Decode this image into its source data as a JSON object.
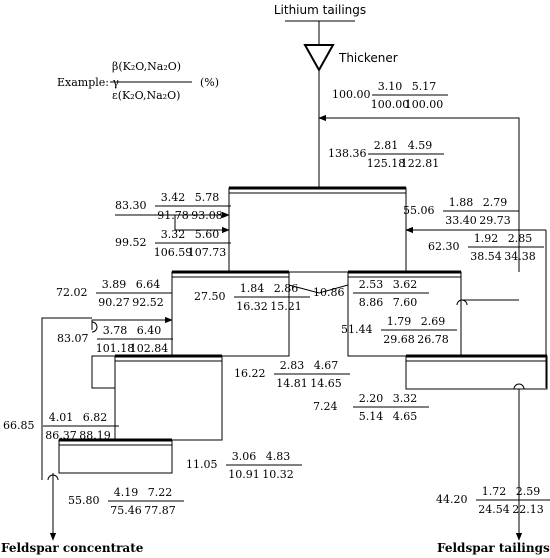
{
  "title": "Lithium tailings",
  "thickener": "Thickener",
  "legend": {
    "prefix": "Example: γ",
    "numerator": "β(K₂O,Na₂O)",
    "denominator": "ε(K₂O,Na₂O)",
    "unit": "(%)"
  },
  "outputs": {
    "concentrate": "Feldspar concentrate",
    "tailings": "Feldspar tailings"
  },
  "labels": [
    {
      "y": "100.00",
      "b1": "3.10",
      "b2": "5.17",
      "e1": "100.00",
      "e2": "100.00"
    },
    {
      "y": "138.36",
      "b1": "2.81",
      "b2": "4.59",
      "e1": "125.18",
      "e2": "122.81"
    },
    {
      "y": "83.30",
      "b1": "3.42",
      "b2": "5.78",
      "e1": "91.78",
      "e2": "93.08"
    },
    {
      "y": "55.06",
      "b1": "1.88",
      "b2": "2.79",
      "e1": "33.40",
      "e2": "29.73"
    },
    {
      "y": "99.52",
      "b1": "3.32",
      "b2": "5.60",
      "e1": "106.59",
      "e2": "107.73"
    },
    {
      "y": "62.30",
      "b1": "1.92",
      "b2": "2.85",
      "e1": "38.54",
      "e2": "34.38"
    },
    {
      "y": "72.02",
      "b1": "3.89",
      "b2": "6.64",
      "e1": "90.27",
      "e2": "92.52"
    },
    {
      "y": "27.50",
      "b1": "1.84",
      "b2": "2.86",
      "e1": "16.32",
      "e2": "15.21"
    },
    {
      "y": "10.86",
      "b1": "2.53",
      "b2": "3.62",
      "e1": "8.86",
      "e2": "7.60"
    },
    {
      "y": "83.07",
      "b1": "3.78",
      "b2": "6.40",
      "e1": "101.18",
      "e2": "102.84"
    },
    {
      "y": "51.44",
      "b1": "1.79",
      "b2": "2.69",
      "e1": "29.68",
      "e2": "26.78"
    },
    {
      "y": "16.22",
      "b1": "2.83",
      "b2": "4.67",
      "e1": "14.81",
      "e2": "14.65"
    },
    {
      "y": "66.85",
      "b1": "4.01",
      "b2": "6.82",
      "e1": "86.37",
      "e2": "88.19"
    },
    {
      "y": "7.24",
      "b1": "2.20",
      "b2": "3.32",
      "e1": "5.14",
      "e2": "4.65"
    },
    {
      "y": "11.05",
      "b1": "3.06",
      "b2": "4.83",
      "e1": "10.91",
      "e2": "10.32"
    },
    {
      "y": "55.80",
      "b1": "4.19",
      "b2": "7.22",
      "e1": "75.46",
      "e2": "77.87"
    },
    {
      "y": "44.20",
      "b1": "1.72",
      "b2": "2.59",
      "e1": "24.54",
      "e2": "22.13"
    }
  ]
}
